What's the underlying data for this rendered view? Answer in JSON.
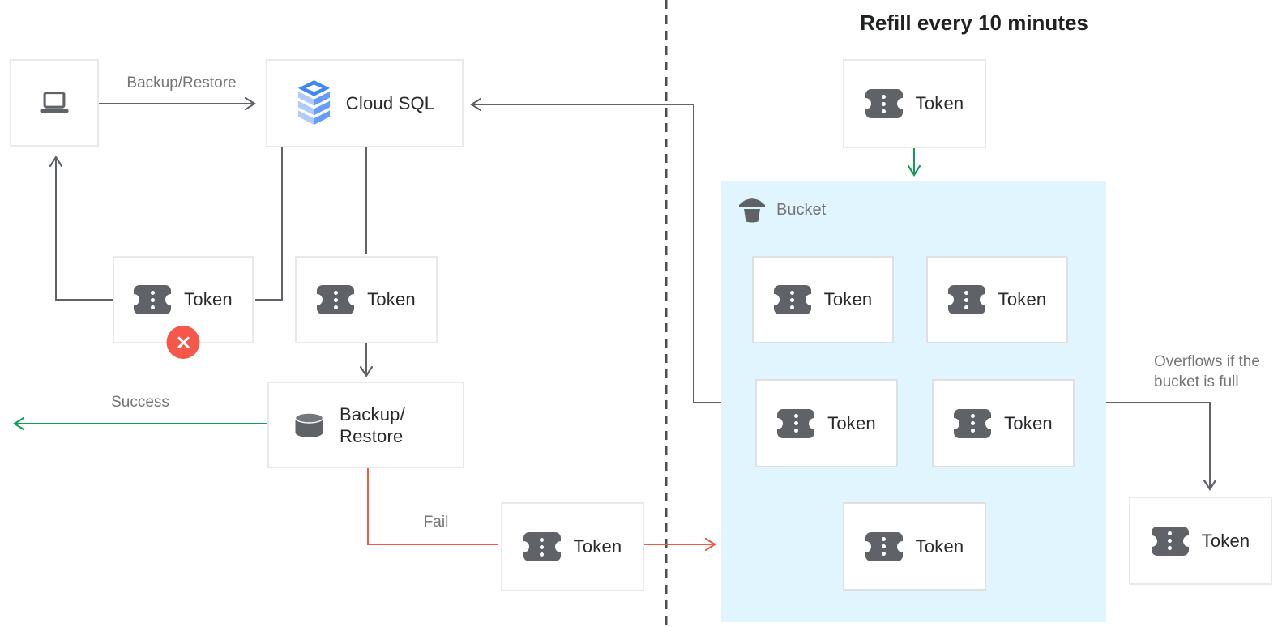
{
  "title": "Refill every 10 minutes",
  "edge_labels": {
    "backup_restore": "Backup/Restore",
    "success": "Success",
    "fail": "Fail",
    "overflow_line1": "Overflows if the",
    "overflow_line2": "bucket is full"
  },
  "bucket": {
    "label": "Bucket",
    "tokens": [
      "Token",
      "Token",
      "Token",
      "Token",
      "Token"
    ]
  },
  "nodes": {
    "cloud_sql": {
      "label": "Cloud SQL"
    },
    "token_rejected": {
      "label": "Token"
    },
    "token_request": {
      "label": "Token"
    },
    "backup_restore": {
      "line1": "Backup/",
      "line2": "Restore"
    },
    "token_fail": {
      "label": "Token"
    },
    "token_refill": {
      "label": "Token"
    },
    "token_overflow": {
      "label": "Token"
    }
  },
  "icons": {
    "client": "laptop-icon",
    "cloud_sql": "cloud-sql-icon",
    "token": "token-ticket-icon",
    "backup_restore": "database-icon",
    "bucket": "bucket-icon",
    "rejected": "x-circle-icon"
  },
  "colors": {
    "line_gray": "#5f6368",
    "success_green": "#0f9d58",
    "fail_red": "#f2594d",
    "bucket_fill": "#e1f5fe",
    "reject_badge": "#f5574b",
    "icon_gray": "#5f6368",
    "cloud_sql_blue": "#4285f4",
    "cloud_sql_blue_light": "#aecbfa",
    "cloud_sql_blue_mid": "#669df6"
  }
}
